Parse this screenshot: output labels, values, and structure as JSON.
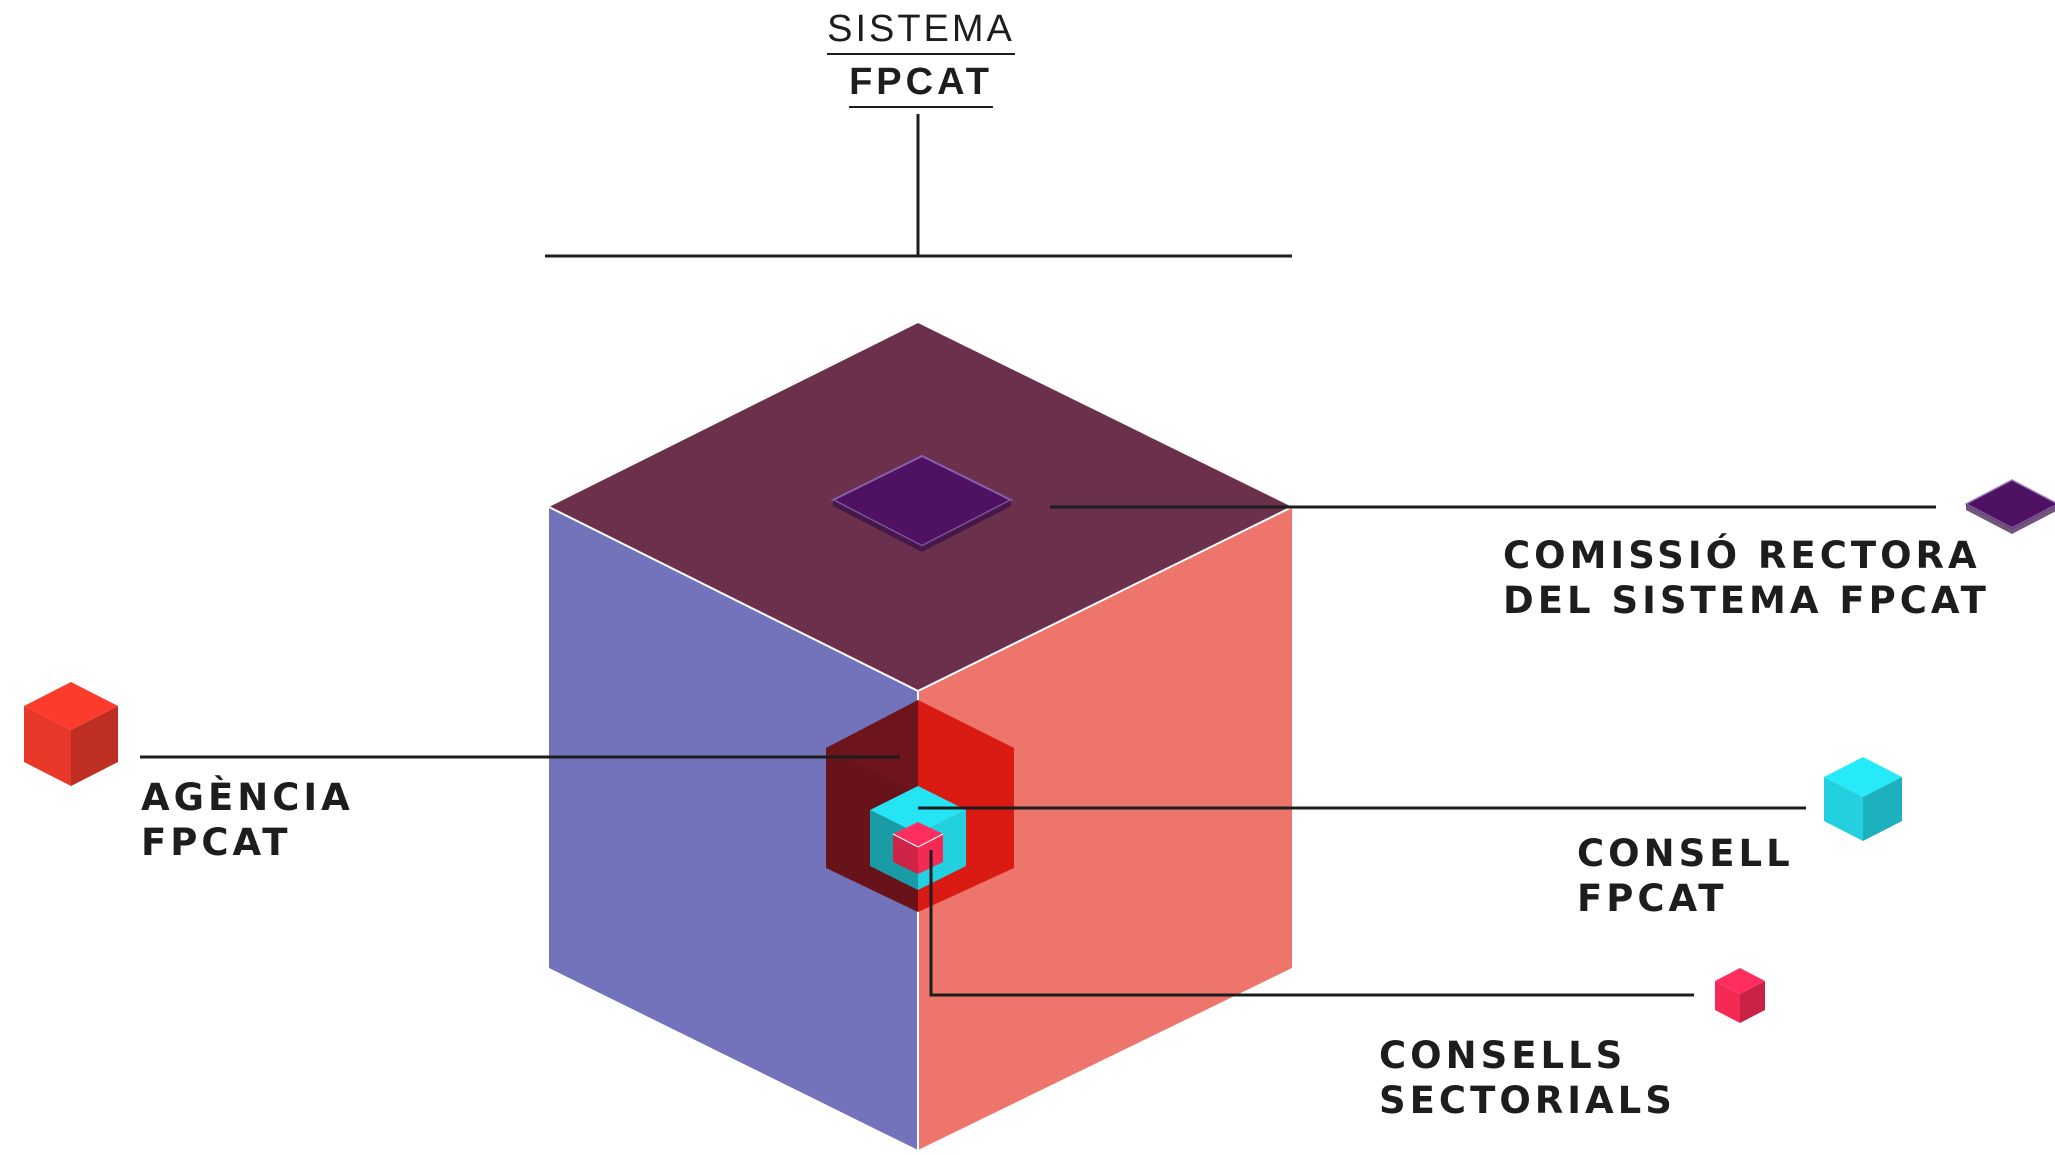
{
  "title": {
    "line1": "SISTEMA",
    "line2": "FPCAT"
  },
  "labels": {
    "comissio": {
      "line1": "COMISSIÓ RECTORA",
      "line2": "DEL SISTEMA FPCAT"
    },
    "agencia": {
      "line1": "AGÈNCIA",
      "line2": "FPCAT"
    },
    "consell": {
      "line1": "CONSELL",
      "line2": "FPCAT"
    },
    "consells_sectorials": {
      "line1": "CONSELLS",
      "line2": "SECTORIALS"
    }
  },
  "colors": {
    "cube_top": "#6b314c",
    "cube_left": "#7373bb",
    "cube_right": "#ee756b",
    "comissio": "#4f1262",
    "agencia": "#e8382a",
    "agencia_inner_dark": "#6d141c",
    "agencia_inner_right": "#d91b14",
    "consell": "#22d0df",
    "consells_sectorials": "#f42a55",
    "line": "#1d1d1f"
  },
  "icons": {
    "comissio": "purple-diamond-icon",
    "agencia": "red-cube-icon",
    "consell": "cyan-cube-icon",
    "consells_sectorials": "pink-cube-icon"
  }
}
